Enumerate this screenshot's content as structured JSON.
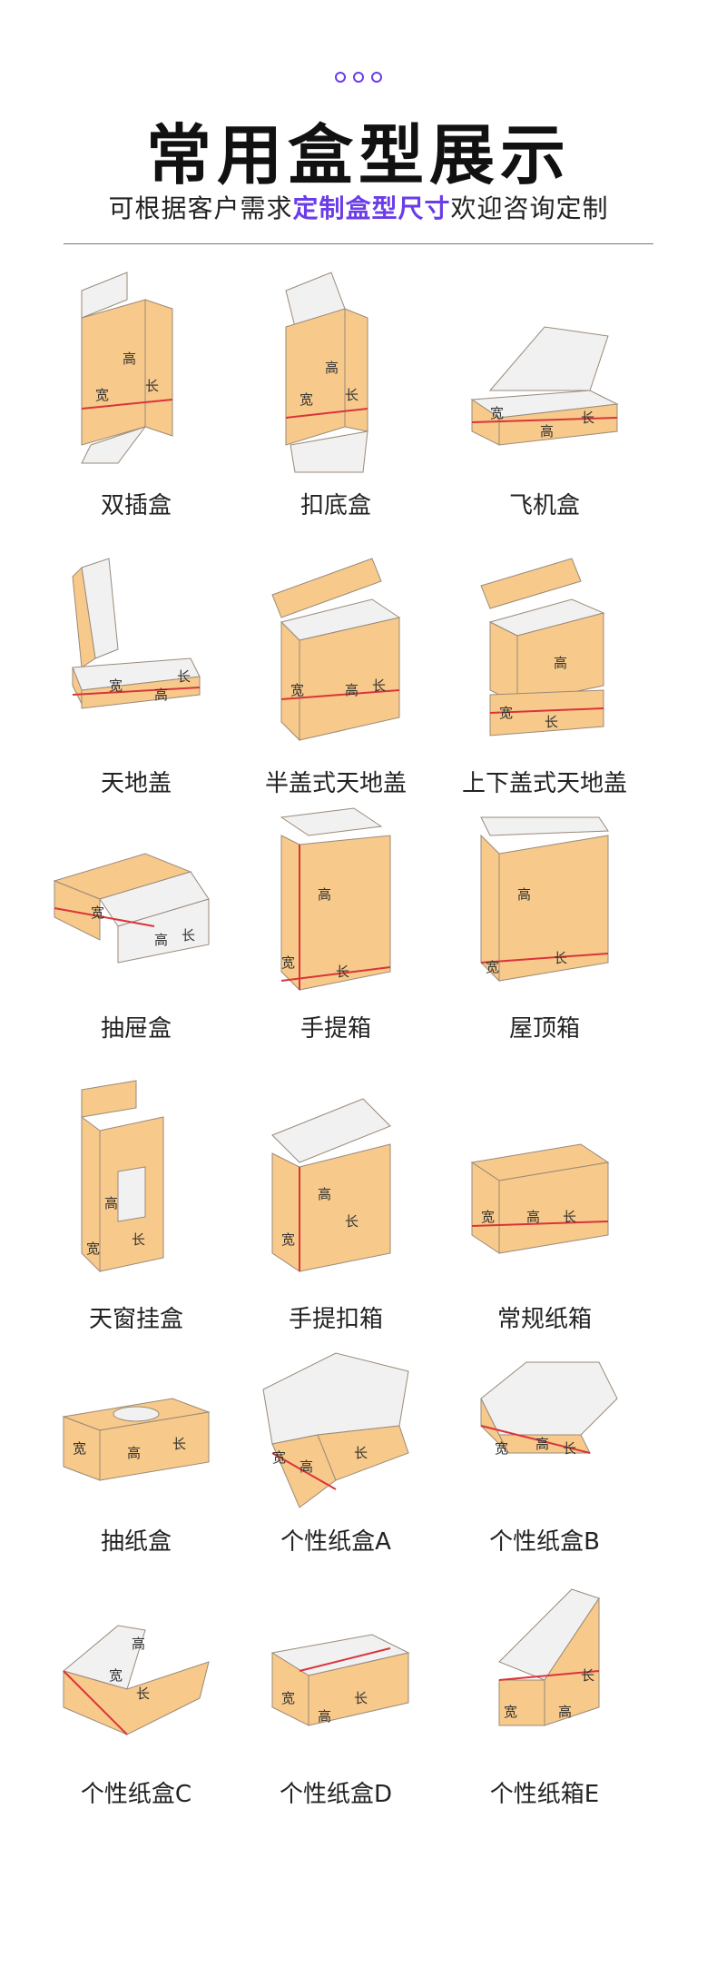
{
  "header": {
    "title": "常用盒型展示",
    "subtitle_pre": "可根据客户需求",
    "subtitle_highlight": "定制盒型尺寸",
    "subtitle_post": "欢迎咨询定制"
  },
  "colors": {
    "accent": "#6b3de8",
    "box_fill": "#f7c98a",
    "edge_red": "#d9343a",
    "inner": "#f1f1f1"
  },
  "dimension_labels": {
    "width": "宽",
    "height": "高",
    "length": "长"
  },
  "boxes": [
    "双插盒",
    "扣底盒",
    "飞机盒",
    "天地盖",
    "半盖式天地盖",
    "上下盖式天地盖",
    "抽屉盒",
    "手提箱",
    "屋顶箱",
    "天窗挂盒",
    "手提扣箱",
    "常规纸箱",
    "抽纸盒",
    "个性纸盒A",
    "个性纸盒B",
    "个性纸盒C",
    "个性纸盒D",
    "个性纸箱E"
  ]
}
